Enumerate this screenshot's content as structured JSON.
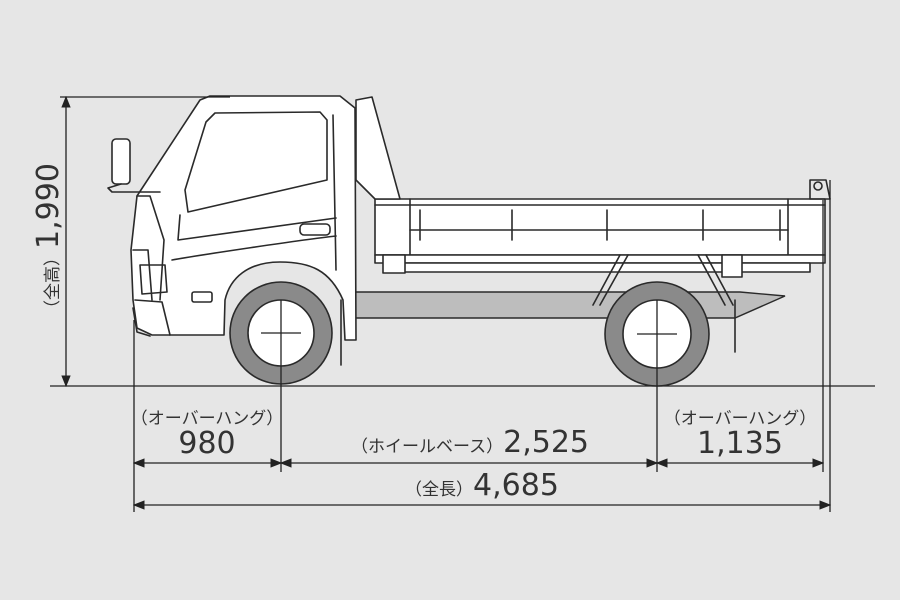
{
  "dimensions": {
    "height": {
      "caption": "（全高）",
      "value": "1,990"
    },
    "front_overhang": {
      "caption": "（オーバーハング）",
      "value": "980"
    },
    "wheelbase": {
      "caption": "（ホイールベース）",
      "value": "2,525"
    },
    "rear_overhang": {
      "caption": "（オーバーハング）",
      "value": "1,135"
    },
    "overall_length": {
      "caption": "（全長）",
      "value": "4,685"
    }
  },
  "colors": {
    "background": "#e6e6e6",
    "tire": "#8a8a8a",
    "line": "#222222"
  }
}
